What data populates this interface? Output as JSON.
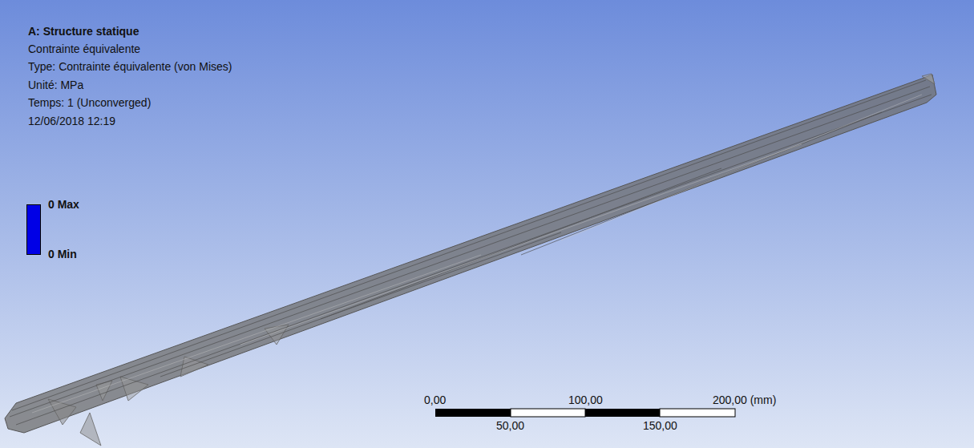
{
  "diagram": {
    "title": "A: Structure statique",
    "labels": [
      "Contrainte équivalente",
      "Type: Contrainte équivalente (von Mises)",
      "Unité: MPa",
      "Temps: 1 (Unconverged)",
      "12/06/2018 12:19",
      "0,00",
      "100,00",
      "200,00 (mm)",
      "50,00",
      "150,00"
    ],
    "legend": [
      {
        "text": "0 Max",
        "color": "#0000e6"
      },
      {
        "text": "0 Min",
        "color": "#0000e6"
      }
    ]
  }
}
